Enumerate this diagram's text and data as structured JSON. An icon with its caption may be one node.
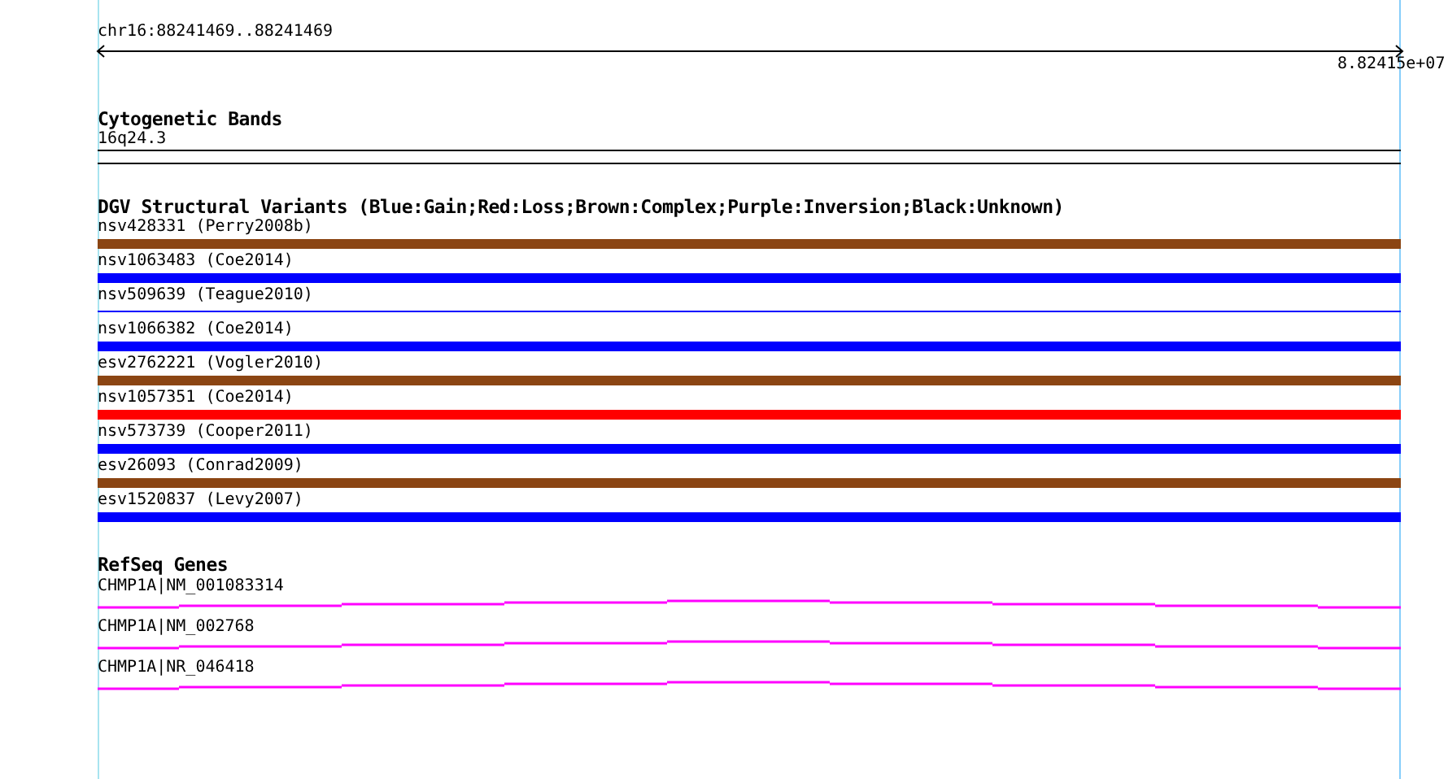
{
  "diagram": {
    "nodes": [
      {
        "text": [
          "16q24.3"
        ]
      },
      {
        "text": [
          "nsv428331 (Perry2008b)"
        ]
      },
      {
        "text": [
          "nsv1063483 (Coe2014)"
        ]
      },
      {
        "text": [
          "nsv509639 (Teague2010)"
        ]
      },
      {
        "text": [
          "nsv1066382 (Coe2014)"
        ]
      },
      {
        "text": [
          "esv2762221 (Vogler2010)"
        ]
      },
      {
        "text": [
          "nsv1057351 (Coe2014)"
        ]
      },
      {
        "text": [
          "nsv573739 (Cooper2011)"
        ]
      },
      {
        "text": [
          "esv26093 (Conrad2009)"
        ]
      },
      {
        "text": [
          "esv1520837 (Levy2007)"
        ]
      },
      {
        "text": [
          "CHMP1A|NM_001083314"
        ]
      },
      {
        "text": [
          "CHMP1A|NM_002768"
        ]
      },
      {
        "text": [
          "CHMP1A|NR_046418"
        ]
      }
    ],
    "labels": [
      "chr16:88241469..88241469",
      "8.82415e+07",
      "Cytogenetic Bands",
      "DGV Structural Variants (Blue:Gain;Red:Loss;Brown:Complex;Purple:Inversion;Black:Unknown)",
      "RefSeq Genes"
    ]
  }
}
